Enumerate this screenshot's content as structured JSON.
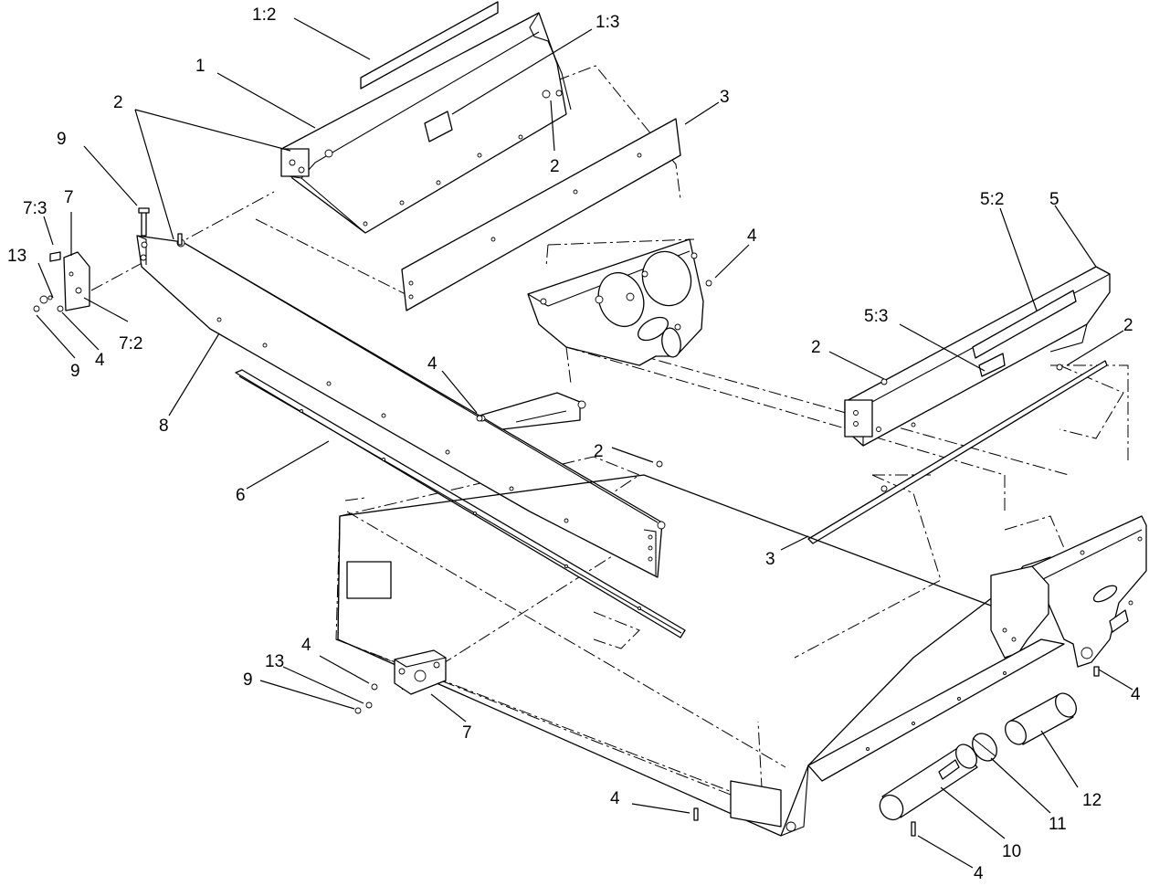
{
  "callouts": {
    "c_1_2": "1:2",
    "c_1_3": "1:3",
    "c_1": "1",
    "c_2_a": "2",
    "c_2_b": "2",
    "c_2_c": "2",
    "c_2_d": "2",
    "c_2_e": "2",
    "c_3_a": "3",
    "c_3_b": "3",
    "c_4_a": "4",
    "c_4_b": "4",
    "c_4_c": "4",
    "c_4_d": "4",
    "c_4_e": "4",
    "c_4_f": "4",
    "c_4_g": "4",
    "c_5": "5",
    "c_5_2": "5:2",
    "c_5_3": "5:3",
    "c_6": "6",
    "c_7_a": "7",
    "c_7_b": "7",
    "c_7_2": "7:2",
    "c_7_3": "7:3",
    "c_8": "8",
    "c_9_a": "9",
    "c_9_b": "9",
    "c_9_c": "9",
    "c_10": "10",
    "c_11": "11",
    "c_12": "12",
    "c_13_a": "13",
    "c_13_b": "13"
  }
}
